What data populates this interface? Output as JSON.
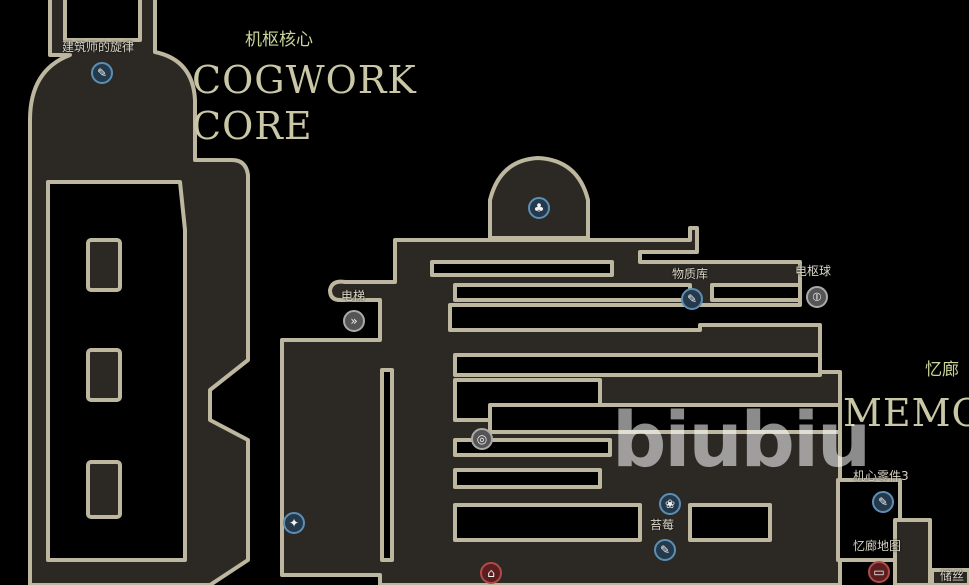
{
  "areas": [
    {
      "cn": "机枢核心",
      "en_line1": "COGWORK",
      "en_line2": "CORE"
    },
    {
      "cn": "忆廊",
      "en_line1": "MEMO"
    }
  ],
  "markers": [
    {
      "label": "建筑师的旋律",
      "icon": "key-icon"
    },
    {
      "label": "电梯",
      "icon": "elevator-icon"
    },
    {
      "label": "物质库",
      "icon": "key-icon"
    },
    {
      "label": "电枢球",
      "icon": "orb-icon"
    },
    {
      "label": "苔莓",
      "icon": "berry-icon"
    },
    {
      "label": "机心零件3",
      "icon": "key-icon"
    },
    {
      "label": "忆廊地图",
      "icon": "map-icon"
    },
    {
      "label": "储丝",
      "icon": "spool-icon"
    }
  ],
  "watermark": "biubiu",
  "colors": {
    "wall": "#bdb79f",
    "floor": "#2c2925",
    "area_cn": "#c9d59a"
  }
}
